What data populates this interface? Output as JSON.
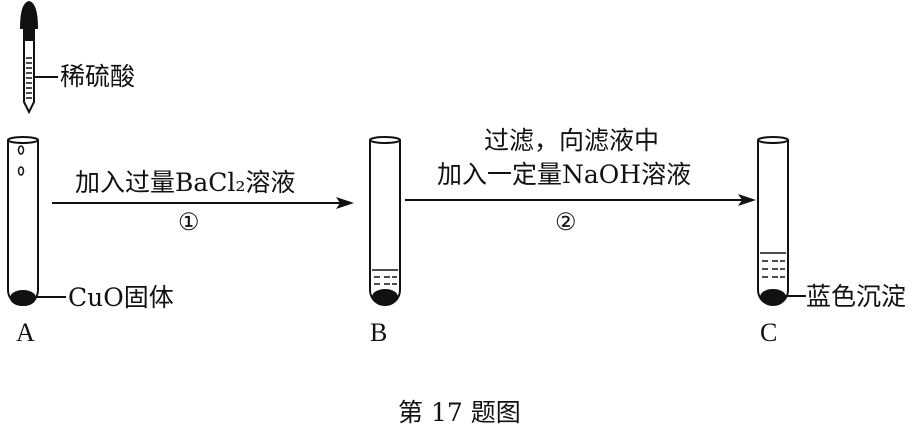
{
  "reagents": {
    "dropper_label": "稀硫酸",
    "solid_label": "CuO固体",
    "precipitate_label": "蓝色沉淀"
  },
  "tubes": [
    "A",
    "B",
    "C"
  ],
  "steps": [
    {
      "number": "①",
      "line1": "加入过量BaCl₂溶液"
    },
    {
      "number": "②",
      "line1": "过滤，向滤液中",
      "line2": "加入一定量NaOH溶液"
    }
  ],
  "caption": "第 17 题图",
  "colors": {
    "ink": "#111111"
  }
}
